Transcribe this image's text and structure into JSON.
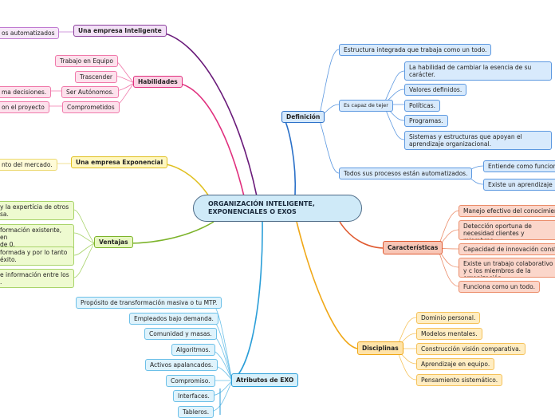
{
  "central": {
    "title": "ORGANIZACIÓN INTELIGENTE, EXPONENCIALES O EXOS"
  },
  "empresa_inteligente": {
    "label": "Una empresa Inteligente",
    "child": "os automatizados"
  },
  "habilidades": {
    "label": "Habilidades",
    "items": [
      "Trabajo en Equipo",
      "Trascender",
      "Ser Autónomos.",
      "Comprometidos"
    ],
    "sub": [
      "ma decisiones.",
      "on el proyecto"
    ]
  },
  "empresa_exponencial": {
    "label": "Una empresa Exponencial",
    "child": "nto del mercado."
  },
  "ventajas": {
    "label": "Ventajas",
    "items": [
      "y la expertícia de otros\nsa.",
      "formación existente, en\nde 0.",
      "formada y por lo tanto\néxito.",
      "e información entre los\n."
    ]
  },
  "definicion": {
    "label": "Definición",
    "items": [
      "Estructura integrada que trabaja como un todo.",
      "Es capaz de tejer",
      "Todos sus procesos están automatizados."
    ],
    "tejer": [
      "La habilidad de cambiar la esencia de su carácter.",
      "Valores definidos.",
      "Políticas.",
      "Programas.",
      "Sistemas y estructuras que apoyan el aprendizaje organizacional."
    ],
    "procesos": [
      "Entiende como funciona",
      "Existe un aprendizaje"
    ]
  },
  "caracteristicas": {
    "label": "Características",
    "items": [
      "Manejo efectivo del conocimiento",
      "Detección oportuna de necesidad clientes y miembros.",
      "Capacidad de innovación constan",
      "Existe un trabajo colaborativo y c los miembros de la organización.",
      "Funciona como un todo."
    ]
  },
  "disciplinas": {
    "label": "Disciplinas",
    "items": [
      "Dominio personal.",
      "Modelos mentales.",
      "Construcción visión comparativa.",
      "Aprendizaje en equipo.",
      "Pensamiento sistemático."
    ]
  },
  "atributos": {
    "label": "Atributos de EXO",
    "items": [
      "Propósito de transformación masiva o tu MTP.",
      "Empleados bajo demanda.",
      "Comunidad y masas.",
      "Algoritmos.",
      "Activos apalancados.",
      "Compromiso.",
      "Interfaces.",
      "Tableros."
    ]
  },
  "colors": {
    "purple": "#6a1b7a",
    "pink": "#e0307e",
    "yellow": "#e0c020",
    "green": "#7cb32a",
    "blue": "#2a70c8",
    "cyan": "#2a9ed8",
    "salmon": "#e05a30",
    "orange": "#f0a818"
  }
}
